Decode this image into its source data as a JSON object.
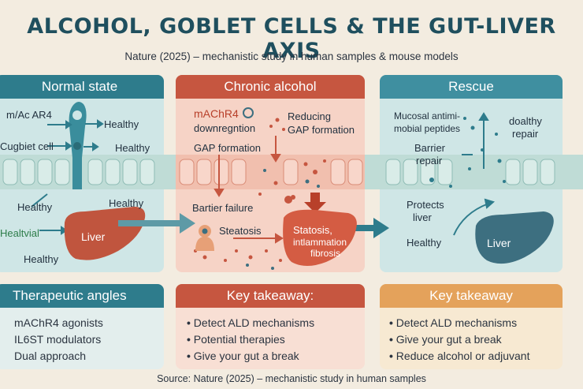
{
  "header": {
    "title": "ALCOHOL, GOBLET CELLS & THE GUT-LIVER AXIS",
    "subtitle": "Nature (2025) – mechanistic study in human samples & mouse models"
  },
  "panels": {
    "normal": {
      "heading": "Normal state",
      "labels": {
        "receptor": "m/Ac AR4",
        "goblet": "Cugbiet cell",
        "healthy_1": "Healthy",
        "healthy_2": "Healthy",
        "healthy_3": "Healthy",
        "healthy_4": "Healthy",
        "healthy_5": "Healthy",
        "healthvial": "Healtvial",
        "liver": "Liver"
      }
    },
    "chronic": {
      "heading": "Chronic alcohol",
      "labels": {
        "mac": "mAChR4",
        "down": "downregntion",
        "reducing": "Reducing",
        "gap_formation": "GAP formation",
        "gap_formation_2": "GAP formation",
        "barrier": "Bartier failure",
        "steatosis": "Steatosis",
        "liver_1": "Statosis,",
        "liver_2": "intlammation",
        "liver_3": "fibrosis"
      }
    },
    "rescue": {
      "heading": "Rescue",
      "labels": {
        "mucosal_1": "Mucosal antimi-",
        "mucosal_2": "mobial peptides",
        "healthy_1": "doalthy",
        "repair_1": "repair",
        "barrier_1": "Barrier",
        "barrier_2": "repair",
        "protects_1": "Protects",
        "protects_2": "liver",
        "healthy": "Healthy",
        "liver": "Liver"
      }
    }
  },
  "bottom": {
    "therapeutic": {
      "heading": "Therapeutic angles",
      "items": [
        "mAChR4 agonists",
        "IL6ST modulators",
        "Dual approach"
      ]
    },
    "key1": {
      "heading": "Key takeaway:",
      "items": [
        "Detect ALD mechanisms",
        "Potential therapies",
        "Give your gut a break"
      ]
    },
    "key2": {
      "heading": "Key takeaway",
      "items": [
        "Detect ALD mechanisms",
        "Give your gut a break",
        "Reduce alcohol or adjuvant"
      ]
    }
  },
  "footer": {
    "source": "Source: Nature (2025) – mechanistic study in human samples"
  },
  "colors": {
    "teal": "#2e7c8c",
    "red": "#c65640",
    "orange": "#e4a25b",
    "liver": "#c0553e",
    "liver_healthy": "#3d6f80"
  }
}
